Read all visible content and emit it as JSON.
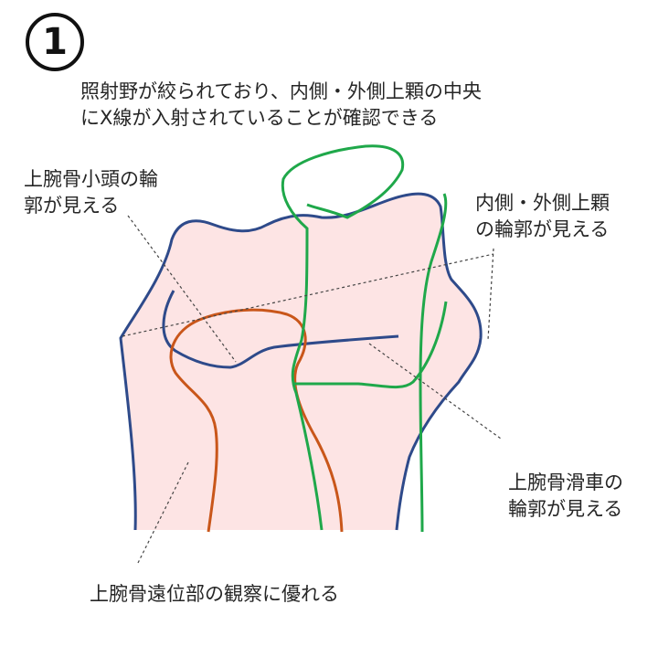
{
  "badge": {
    "number": "1"
  },
  "caption": "照射野が絞られており、内側・外側上顆の中央\nにX線が入射されていることが確認できる",
  "labels": {
    "capitellum": "上腕骨小頭の輪\n郭が見える",
    "epicondyles": "内側・外側上顆\nの輪郭が見える",
    "trochlea": "上腕骨滑車の\n輪郭が見える",
    "distal": "上腕骨遠位部の観察に優れる"
  },
  "colors": {
    "bone_fill": "#fde4e4",
    "outline": "#2e4a8a",
    "orange": "#c9561a",
    "green": "#1fa84a",
    "leader": "#444444"
  }
}
